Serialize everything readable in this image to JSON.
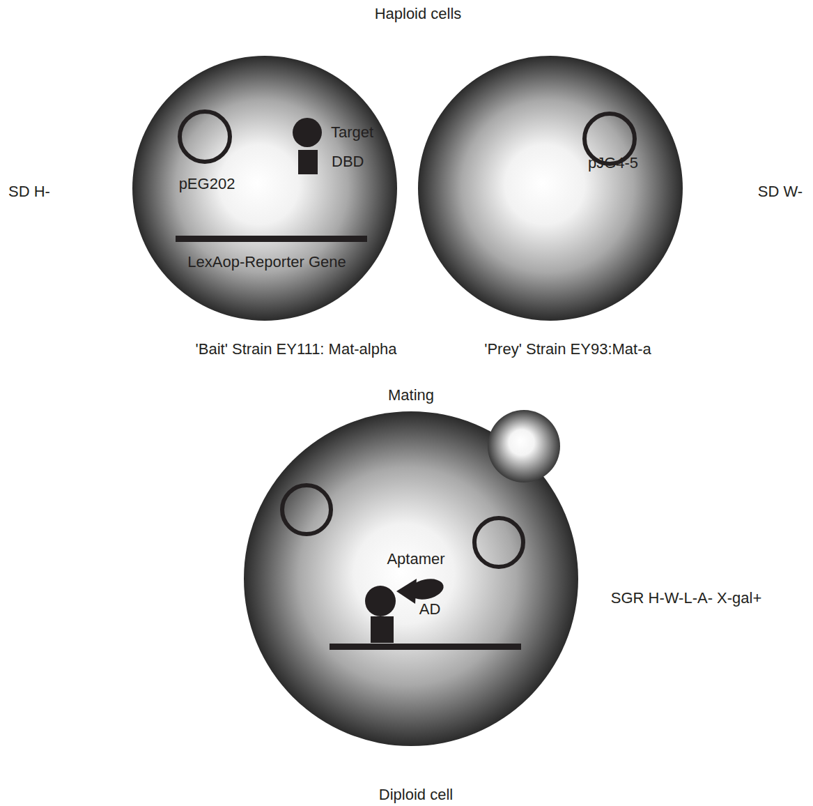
{
  "diagram": {
    "nodes": [
      {
        "text": [
          "pEG202",
          "Target",
          "DBD",
          "LexAop-Reporter Gene",
          "'Bait' Strain EY111: Mat-alpha"
        ]
      },
      {
        "text": [
          "pJG4-5",
          "'Prey' Strain EY93:Mat-a"
        ]
      },
      {
        "text": [
          "Aptamer",
          "AD"
        ]
      }
    ],
    "labels": [
      "Haploid cells",
      "SD H-",
      "SD W-",
      "Mating",
      "SGR H-W-L-A- X-gal+",
      "Diploid cell"
    ]
  }
}
